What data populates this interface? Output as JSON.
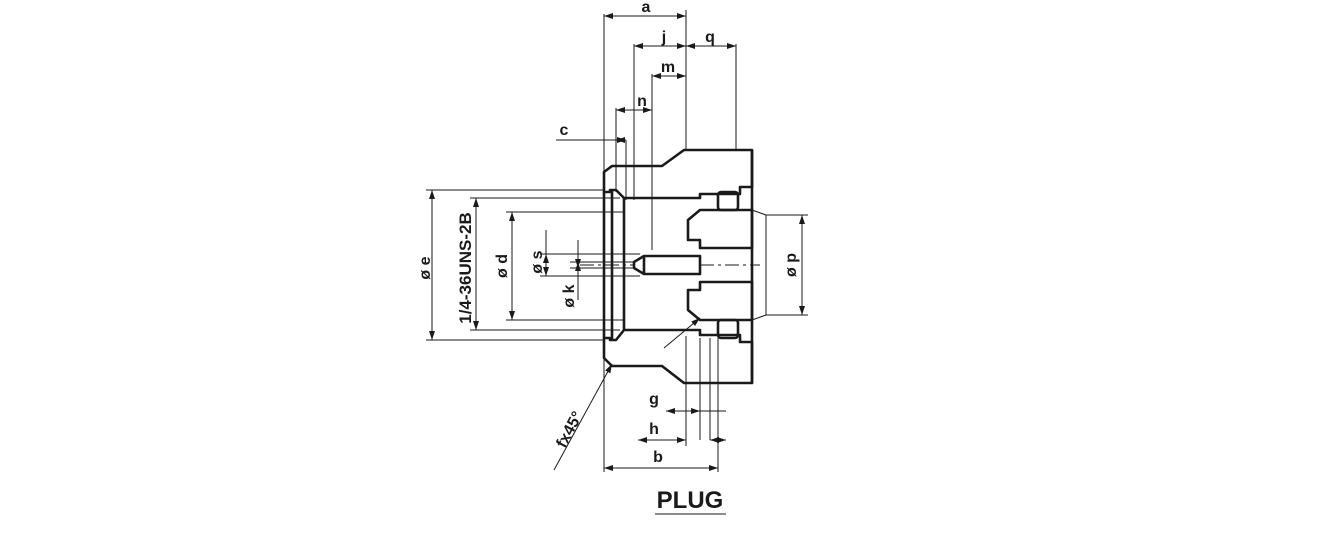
{
  "labels": {
    "a": "a",
    "j": "j",
    "q": "q",
    "m": "m",
    "n": "n",
    "c": "c",
    "e": "ø e",
    "thread": "1/4-36UNS-2B",
    "d": "ø d",
    "s": "ø s",
    "k": "ø k",
    "p": "ø p",
    "g": "g",
    "h": "h",
    "b": "b",
    "chamfer": "fx45°"
  },
  "title": "PLUG",
  "colors": {
    "line": "#1a1a1a",
    "background": "#ffffff"
  }
}
